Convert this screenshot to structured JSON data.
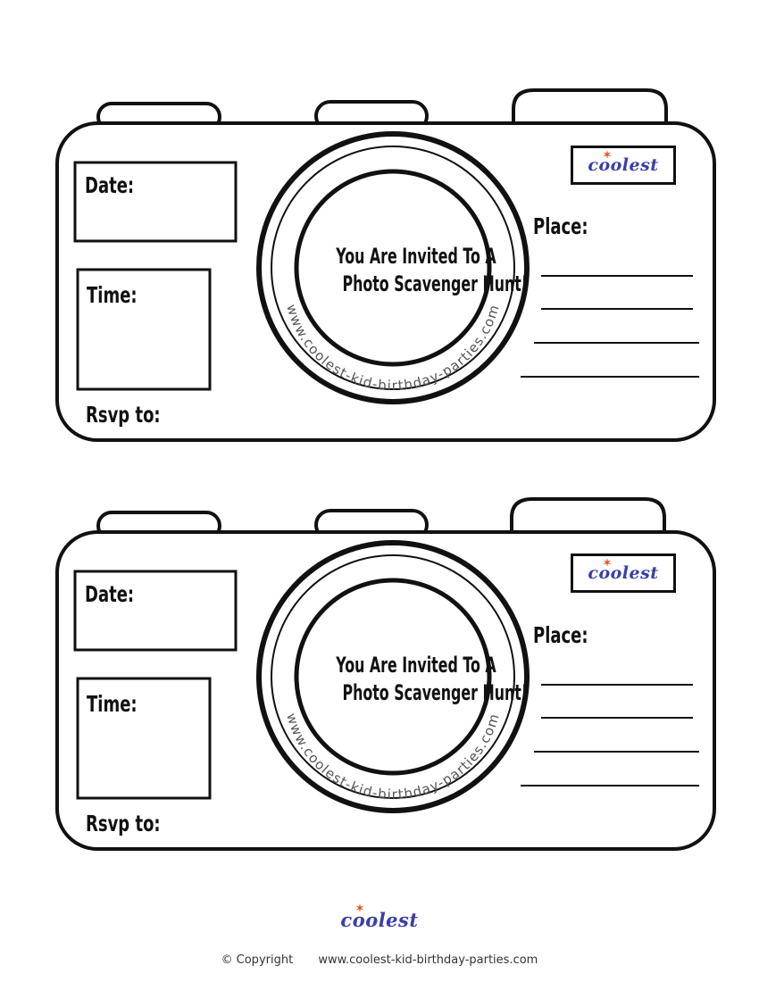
{
  "brand": {
    "name": "coolest",
    "color": "#3a3fa8",
    "spark_color": "#e2551c"
  },
  "invitations": [
    {
      "date_label": "Date:",
      "time_label": "Time:",
      "rsvp_label": "Rsvp to:",
      "place_label": "Place:",
      "invite_line1": "You Are Invited To A",
      "invite_line2": "Photo Scavenger Hunt!",
      "ring_text": "www.coolest-kid-birthday-parties.com"
    },
    {
      "date_label": "Date:",
      "time_label": "Time:",
      "rsvp_label": "Rsvp to:",
      "place_label": "Place:",
      "invite_line1": "You Are Invited To A",
      "invite_line2": "Photo Scavenger Hunt!",
      "ring_text": "www.coolest-kid-birthday-parties.com"
    }
  ],
  "footer": {
    "copyright_symbol": "©",
    "copyright_label": "Copyright",
    "url": "www.coolest-kid-birthday-parties.com"
  }
}
